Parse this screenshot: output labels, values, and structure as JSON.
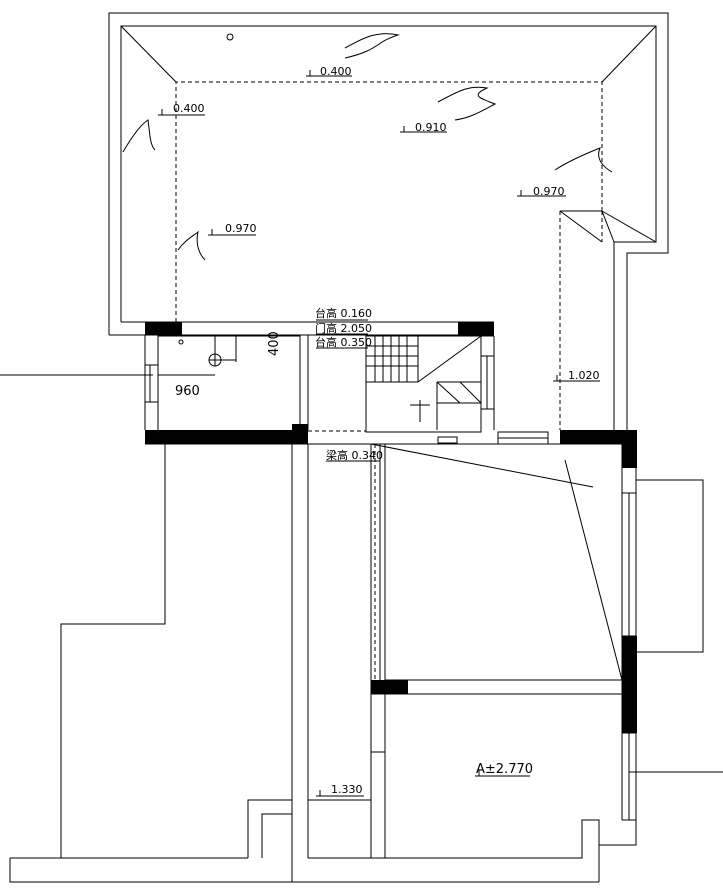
{
  "labels": {
    "l_top_0400": "0.400",
    "l_left_0400": "0.400",
    "l_0910": "0.910",
    "l_0970_right": "0.970",
    "l_0970_left": "0.970",
    "l_sill_0160": "台高 0.160",
    "l_door_2050": "门高 2.050",
    "l_sill_0350": "台高 0.350",
    "l_dim_400": "400",
    "l_dim_960": "960",
    "l_1020": "1.020",
    "l_beam_0340": "梁高 0.340",
    "l_1330": "1.330",
    "l_level_2770": "A±2.770"
  },
  "colors": {
    "line": "#000000",
    "wall": "#000000",
    "background": "#ffffff"
  }
}
